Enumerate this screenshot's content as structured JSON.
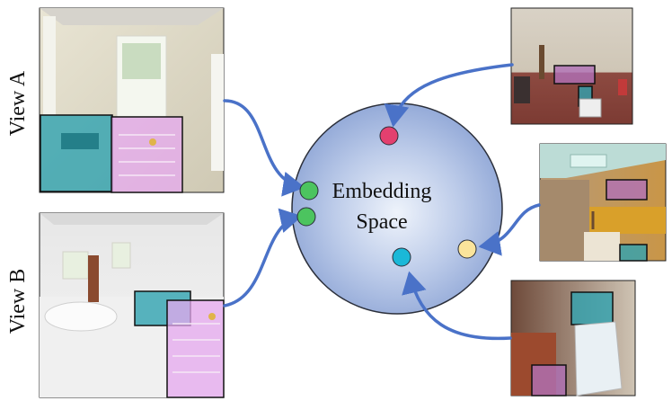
{
  "labels": {
    "view_a": "View A",
    "view_b": "View B",
    "embedding_line1": "Embedding",
    "embedding_line2": "Space"
  },
  "images": {
    "view_a": "bathroom-view-a",
    "view_b": "bathroom-view-b",
    "right_top": "living-room",
    "right_middle": "kitchen",
    "right_bottom": "room-with-window"
  },
  "embedding_points": [
    {
      "name": "view-a-embedding",
      "color": "#4cc45f"
    },
    {
      "name": "view-b-embedding",
      "color": "#4cc45f"
    },
    {
      "name": "living-room-embedding",
      "color": "#e3406f"
    },
    {
      "name": "kitchen-embedding",
      "color": "#fbe49b"
    },
    {
      "name": "room-window-embedding",
      "color": "#1ab8d8"
    }
  ],
  "colors": {
    "sphere_fill": "#a8bde3",
    "sphere_center": "#e4ebf7",
    "sphere_stroke": "#2b2f3a",
    "arrow": "#4a72c8",
    "highlight_teal": "#2fa3b0",
    "highlight_pink": "#e6a8ef"
  }
}
